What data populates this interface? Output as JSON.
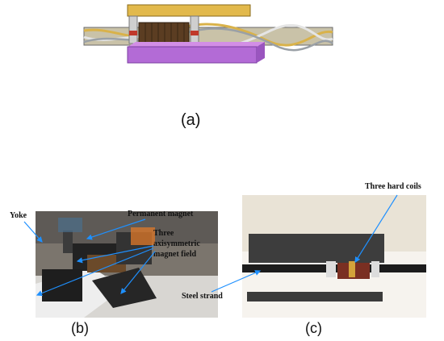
{
  "captions": {
    "a": "(a)",
    "b": "(b)",
    "c": "(c)"
  },
  "annotations_b": {
    "yoke": "Yoke",
    "permanent_magnet": "Permanent magnet",
    "axisymmetric_field": "Three\naxisymmetric\nmagnet field"
  },
  "annotations_c": {
    "hard_coils": "Three hard coils",
    "steel_strand": "Steel strand"
  },
  "colors": {
    "arrow": "#1e90ff",
    "yoke_gold": "#e2b94c",
    "magnet_purple": "#b36bd6",
    "coil_brown": "#5b3d22"
  }
}
